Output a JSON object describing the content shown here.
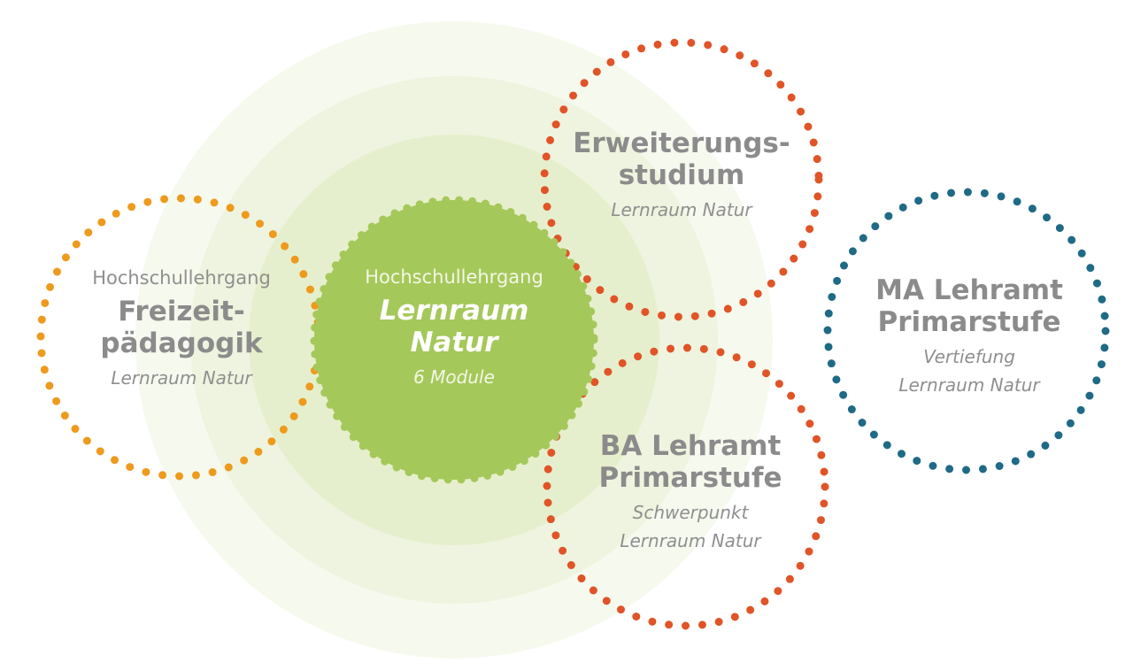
{
  "colors": {
    "halo_outer": "#f6f9ee",
    "halo_mid": "#eef4df",
    "halo_inner": "#e6efcd",
    "core": "#a5c85a",
    "orange": "#ee9a1d",
    "red": "#e05427",
    "teal": "#1f6a86",
    "text_gray": "#8b8b8b",
    "text_light": "#ffffff"
  },
  "nodes": {
    "center": {
      "prefix": "Hochschullehrgang",
      "title_line1": "Lernraum",
      "title_line2": "Natur",
      "subtitle": "6 Module"
    },
    "freizeit": {
      "prefix": "Hochschullehrgang",
      "title_line1": "Freizeit-",
      "title_line2": "pädagogik",
      "subtitle": "Lernraum Natur"
    },
    "erweiterung": {
      "title_line1": "Erweiterungs-",
      "title_line2": "studium",
      "subtitle": "Lernraum Natur"
    },
    "ba": {
      "title_line1": "BA Lehramt",
      "title_line2": "Primarstufe",
      "subtitle_line1": "Schwerpunkt",
      "subtitle_line2": "Lernraum Natur"
    },
    "ma": {
      "title_line1": "MA Lehramt",
      "title_line2": "Primarstufe",
      "subtitle_line1": "Vertiefung",
      "subtitle_line2": "Lernraum Natur"
    }
  }
}
